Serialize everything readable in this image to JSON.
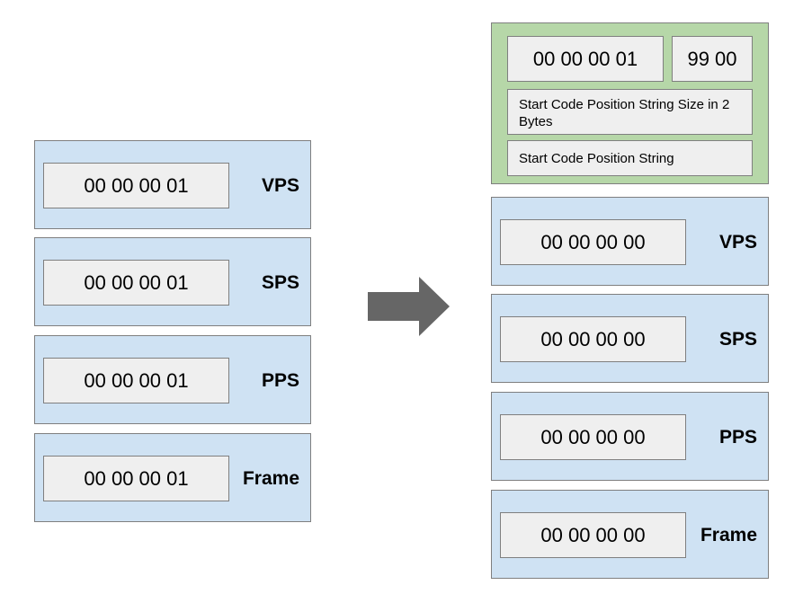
{
  "left": {
    "units": [
      {
        "code": "00 00 00 01",
        "label": "VPS"
      },
      {
        "code": "00 00 00 01",
        "label": "SPS"
      },
      {
        "code": "00 00 00 01",
        "label": "PPS"
      },
      {
        "code": "00 00 00 01",
        "label": "Frame"
      }
    ]
  },
  "right": {
    "header": {
      "start_code": "00 00 00 01",
      "marker": "99 00",
      "size_field": "Start Code Position String Size in 2 Bytes",
      "string_field": "Start Code Position String"
    },
    "units": [
      {
        "code": "00 00 00 00",
        "label": "VPS"
      },
      {
        "code": "00 00 00 00",
        "label": "SPS"
      },
      {
        "code": "00 00 00 00",
        "label": "PPS"
      },
      {
        "code": "00 00 00 00",
        "label": "Frame"
      }
    ]
  },
  "colors": {
    "nal_fill": "#cfe2f3",
    "header_fill": "#b6d7a8",
    "code_fill": "#efefef",
    "arrow": "#666666"
  }
}
